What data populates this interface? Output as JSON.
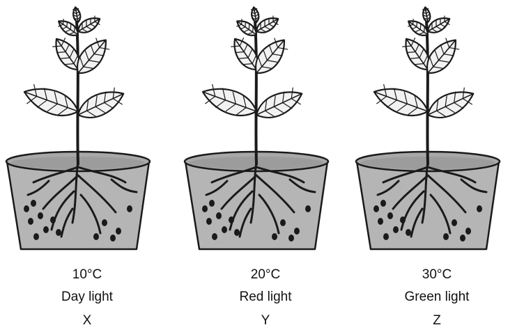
{
  "setups": [
    {
      "temperature": "10°C",
      "light": "Day light",
      "label": "X"
    },
    {
      "temperature": "20°C",
      "light": "Red light",
      "label": "Y"
    },
    {
      "temperature": "30°C",
      "light": "Green light",
      "label": "Z"
    }
  ],
  "colors": {
    "pot_fill": "#b5b5b5",
    "outline": "#1a1a1a",
    "leaf_fill": "#f2f2f2"
  }
}
